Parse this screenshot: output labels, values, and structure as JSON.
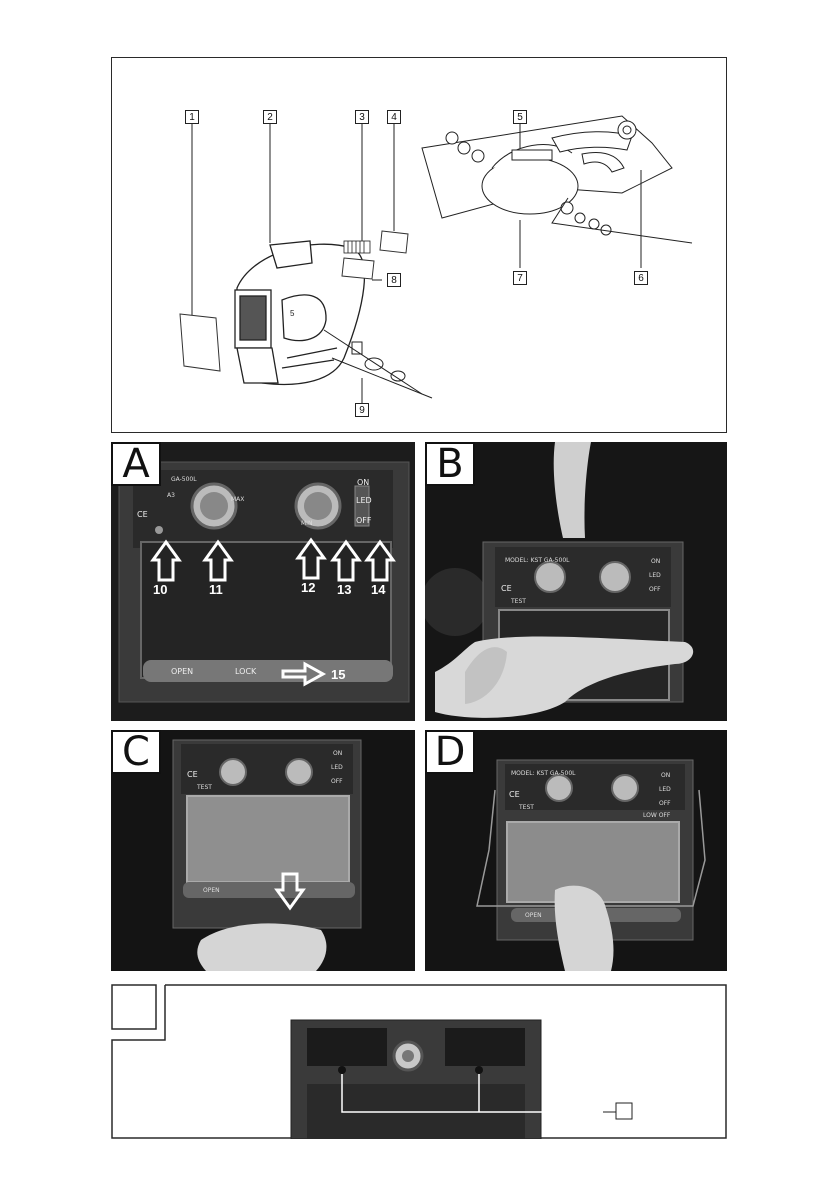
{
  "diagram": {
    "callouts": [
      "1",
      "2",
      "3",
      "4",
      "5",
      "6",
      "7",
      "8",
      "9"
    ],
    "helmet_small_text": "5"
  },
  "panels": {
    "A": {
      "letter": "A",
      "model_text": "GA-500L",
      "a3_text": "A3",
      "ce_text": "CE",
      "max_text": "MAX",
      "min_text": "MIN",
      "on_text": "ON",
      "led_text": "LED",
      "off_text": "OFF",
      "open_text": "OPEN",
      "lock_text": "LOCK",
      "numbers": [
        "10",
        "11",
        "12",
        "13",
        "14",
        "15"
      ]
    },
    "B": {
      "letter": "B",
      "model_text": "MODEL: KST GA-500L",
      "ce_text": "CE",
      "test_text": "TEST",
      "on_text": "ON",
      "led_text": "LED",
      "off_text": "OFF"
    },
    "C": {
      "letter": "C",
      "ce_text": "CE",
      "test_text": "TEST",
      "on_text": "ON",
      "led_text": "LED",
      "off_text": "OFF",
      "open_text": "OPEN"
    },
    "D": {
      "letter": "D",
      "model_text": "MODEL: KST GA-500L",
      "ce_text": "CE",
      "test_text": "TEST",
      "on_text": "ON",
      "led_text": "LED",
      "off_text": "OFF",
      "low_off_text": "LOW OFF",
      "open_text": "OPEN"
    },
    "E": {
      "letter": "",
      "callout": ""
    }
  }
}
